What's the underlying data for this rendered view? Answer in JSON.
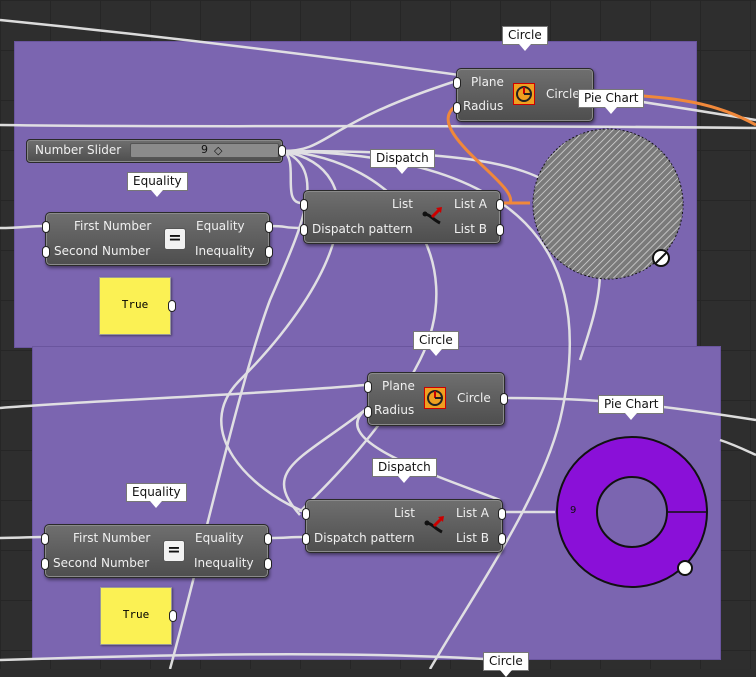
{
  "colors": {
    "group": "#7b65b0",
    "wire": "#e8e8e8",
    "wire_selected": "#f0883a",
    "panel": "#fbf154",
    "pie": "#8a10d8"
  },
  "slider": {
    "label": "Number Slider",
    "value": "9"
  },
  "groups": [
    {
      "circle": {
        "tag": "Circle",
        "inputs": [
          "Plane",
          "Radius"
        ],
        "output": "Circle",
        "icon": "circle-icon"
      },
      "dispatch": {
        "tag": "Dispatch",
        "inputs": [
          "List",
          "Dispatch pattern"
        ],
        "outputs": [
          "List A",
          "List B"
        ],
        "icon": "dispatch-icon"
      },
      "equality": {
        "tag": "Equality",
        "inputs": [
          "First Number",
          "Second Number"
        ],
        "outputs": [
          "Equality",
          "Inequality"
        ],
        "icon_symbol": "="
      },
      "panel": {
        "text": "True"
      },
      "chart_tag": "Pie Chart"
    },
    {
      "circle": {
        "tag": "Circle",
        "inputs": [
          "Plane",
          "Radius"
        ],
        "output": "Circle",
        "icon": "circle-icon"
      },
      "dispatch": {
        "tag": "Dispatch",
        "inputs": [
          "List",
          "Dispatch pattern"
        ],
        "outputs": [
          "List A",
          "List B"
        ],
        "icon": "dispatch-icon"
      },
      "equality": {
        "tag": "Equality",
        "inputs": [
          "First Number",
          "Second Number"
        ],
        "outputs": [
          "Equality",
          "Inequality"
        ],
        "icon_symbol": "="
      },
      "panel": {
        "text": "True"
      },
      "chart_tag": "Pie Chart",
      "chart_value": "9"
    }
  ],
  "bottom_tag": "Circle"
}
